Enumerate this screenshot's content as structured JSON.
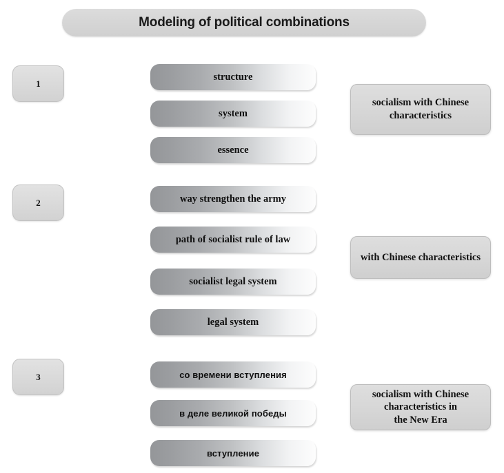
{
  "diagram": {
    "title": "Modeling of political combinations",
    "background_color": "#ffffff",
    "bar_gradient_from": "#949699",
    "bar_gradient_to": "#fdfdfd",
    "box_fill_color": "#d7d7d7",
    "text_color": "#101010"
  },
  "groups": [
    {
      "number": "1",
      "items": [
        {
          "label": "structure",
          "script": "latin"
        },
        {
          "label": "system",
          "script": "latin"
        },
        {
          "label": "essence",
          "script": "latin"
        }
      ],
      "result": "socialism with Chinese\ncharacteristics"
    },
    {
      "number": "2",
      "items": [
        {
          "label": "way strengthen the army",
          "script": "latin"
        },
        {
          "label": "path of socialist rule of law",
          "script": "latin"
        },
        {
          "label": "socialist legal system",
          "script": "latin"
        },
        {
          "label": "legal system",
          "script": "latin"
        }
      ],
      "result": "with Chinese characteristics"
    },
    {
      "number": "3",
      "items": [
        {
          "label": "со времени вступления",
          "script": "cyrillic"
        },
        {
          "label": "в деле великой победы",
          "script": "cyrillic"
        },
        {
          "label": "вступление",
          "script": "cyrillic"
        }
      ],
      "result": "socialism with Chinese\ncharacteristics in\nthe New Era"
    }
  ]
}
